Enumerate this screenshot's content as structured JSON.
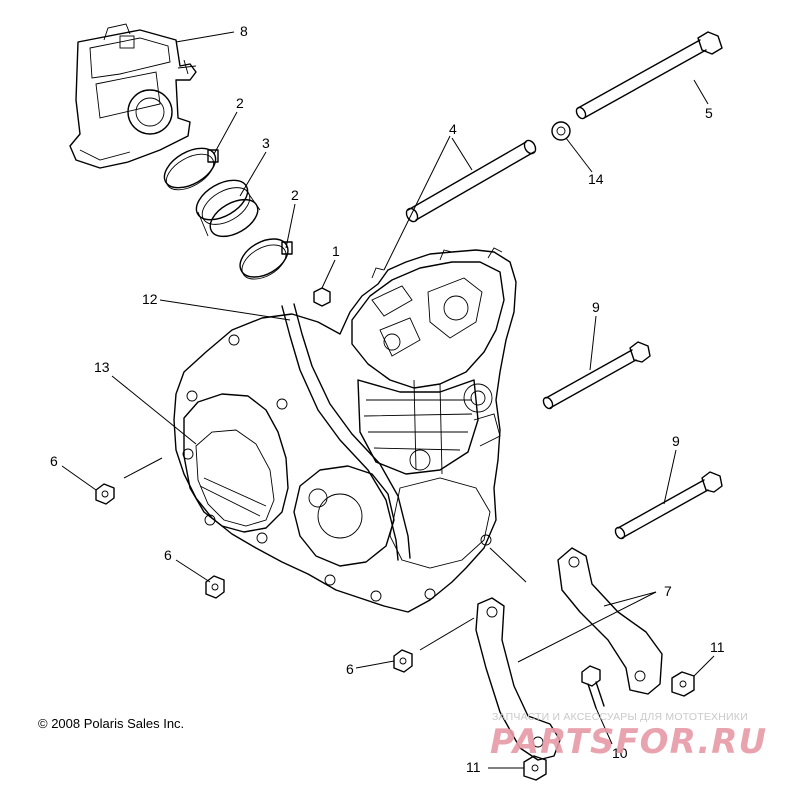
{
  "callouts": {
    "c1": "1",
    "c2a": "2",
    "c2b": "2",
    "c3": "3",
    "c4": "4",
    "c5": "5",
    "c6a": "6",
    "c6b": "6",
    "c6c": "6",
    "c7": "7",
    "c8": "8",
    "c9a": "9",
    "c9b": "9",
    "c10": "10",
    "c11a": "11",
    "c11b": "11",
    "c12": "12",
    "c13": "13",
    "c14": "14"
  },
  "copyright": "© 2008 Polaris Sales Inc.",
  "watermark": {
    "tagline": "ЗАПЧАСТИ И АКСЕССУАРЫ ДЛЯ МОТОТЕХНИКИ",
    "logo": "PARTSFOR.RU"
  },
  "colors": {
    "line": "#000000",
    "background": "#ffffff",
    "watermark": "#e79aa6"
  }
}
